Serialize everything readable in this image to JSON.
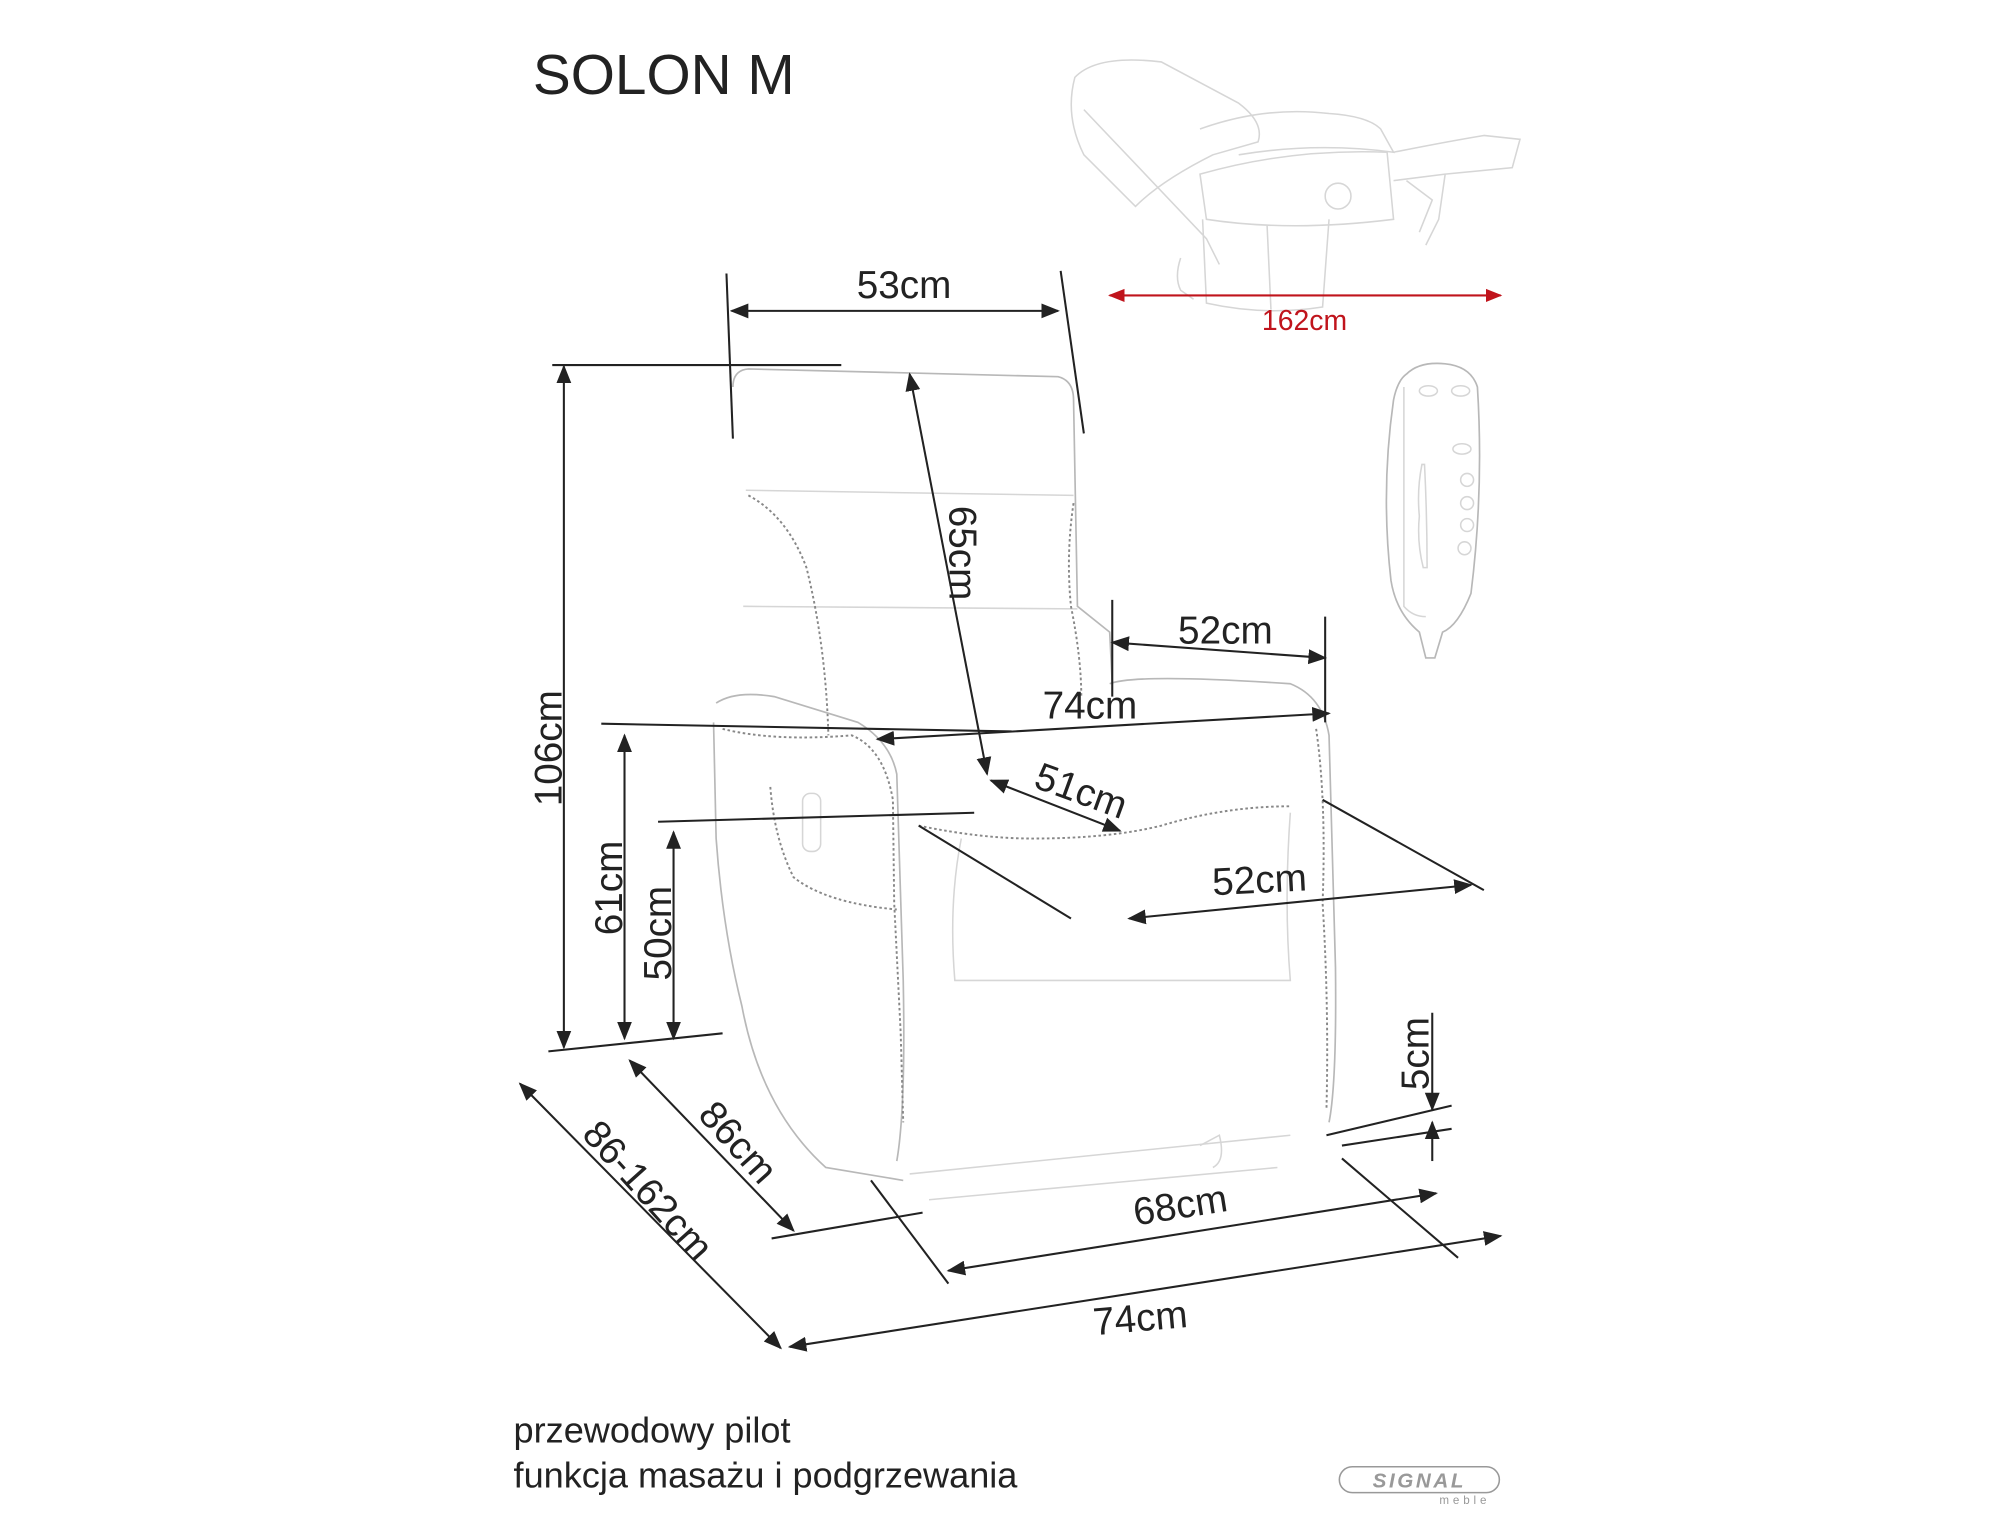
{
  "title": "SOLON M",
  "dimensions": {
    "backrest_width": "53cm",
    "backrest_height": "65cm",
    "total_height": "106cm",
    "armrest_height": "61cm",
    "seat_height": "50cm",
    "seat_width_top": "52cm",
    "total_width_arm": "74cm",
    "seat_depth": "51cm",
    "seat_width": "52cm",
    "ground_clearance": "5cm",
    "depth": "86cm",
    "depth_reclined": "86-162cm",
    "base_width": "68cm",
    "total_width": "74cm",
    "reclined_length": "162cm"
  },
  "features": {
    "line1": "przewodowy pilot",
    "line2": "funkcja masażu i podgrzewania"
  },
  "brand": {
    "name": "SIGNAL",
    "sub": "meble"
  },
  "colors": {
    "accent_red": "#c0141c",
    "text": "#222222"
  }
}
